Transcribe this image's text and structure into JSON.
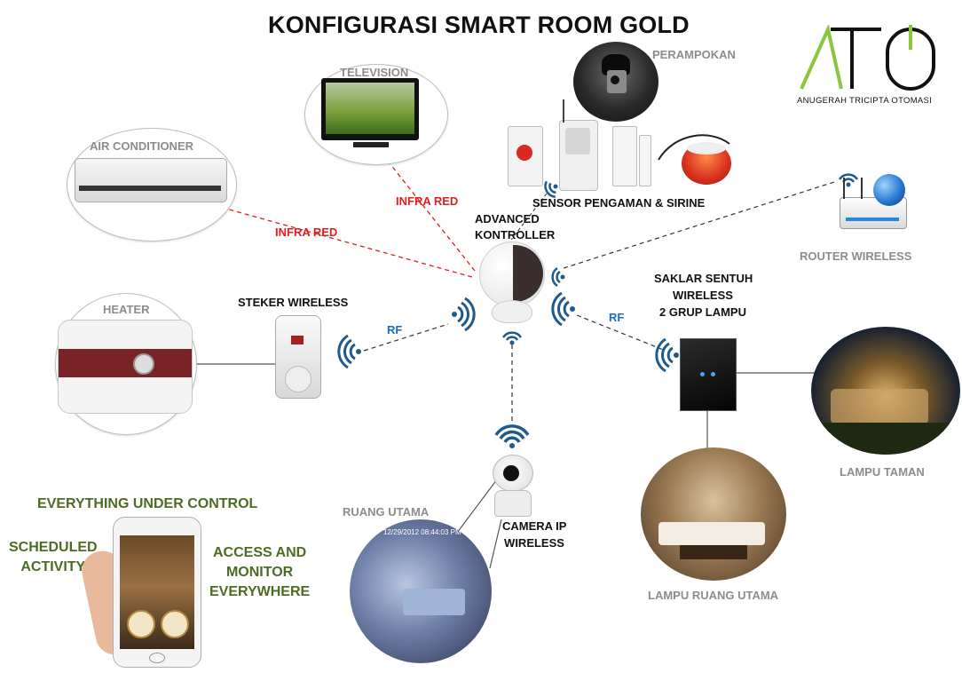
{
  "title": "KONFIGURASI SMART ROOM GOLD",
  "logo": {
    "mark": "ATO",
    "tagline": "ANUGERAH TRICIPTA OTOMASI",
    "color": "#8cc63f"
  },
  "nodes": {
    "perampokan": "PERAMPOKAN",
    "television": "TELEVISION",
    "air_conditioner": "AIR CONDITIONER",
    "heater": "HEATER",
    "steker_wireless": "STEKER WIRELESS",
    "sensor": "SENSOR PENGAMAN & SIRINE",
    "controller": [
      "ADVANCED",
      "KONTROLLER"
    ],
    "router": "ROUTER WIRELESS",
    "saklar": [
      "SAKLAR SENTUH",
      "WIRELESS",
      "2 GRUP LAMPU"
    ],
    "lampu_taman": "LAMPU TAMAN",
    "lampu_ruang_utama": "LAMPU RUANG UTAMA",
    "ruang_utama": "RUANG UTAMA",
    "camera": [
      "CAMERA IP",
      "WIRELESS"
    ]
  },
  "links": {
    "infra_red_tv": "INFRA RED",
    "infra_red_ac": "INFRA RED",
    "rf_steker": "RF",
    "rf_saklar": "RF"
  },
  "features": {
    "everything": "EVERYTHING UNDER CONTROL",
    "scheduled": [
      "SCHEDULED",
      "ACTIVITY"
    ],
    "access": [
      "ACCESS AND",
      "MONITOR",
      "EVERYWHERE"
    ]
  },
  "camera_timestamp": "12/29/2012 08:44:03 PM",
  "colors": {
    "infra_red": "#e01e1e",
    "rf": "#1f6fb5",
    "wireless_icon": "#1e5a8c",
    "label_grey": "#8c8c8c",
    "feature_green": "#4e6b24"
  }
}
